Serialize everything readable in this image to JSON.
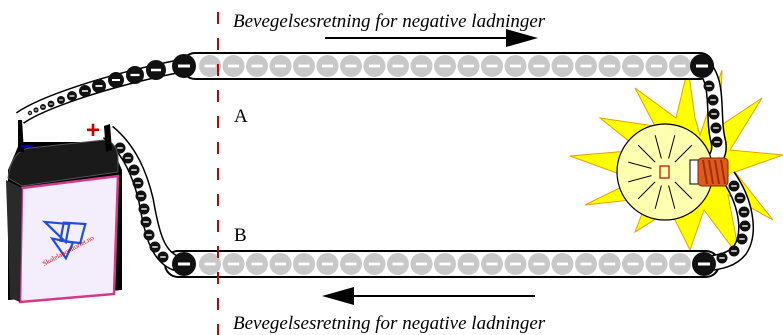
{
  "captions": {
    "top": "Bevegelsesretning for negative ladninger",
    "bottom": "Bevegelsesretning for negative ladninger"
  },
  "points": {
    "a": "A",
    "b": "B"
  },
  "terminals": {
    "negative": "–",
    "positive": "+"
  },
  "battery": {
    "brand": "Skolelaboratoriet.no"
  },
  "colors": {
    "wire_fill": "#ffffff",
    "charge_dark": "#111111",
    "charge_light": "#c8c8c8",
    "battery_face": "#f4eefc",
    "battery_border": "#d23a8a",
    "logo_blue": "#1f4fd8",
    "glow": "#ffff00",
    "glow_stroke": "#e8a000",
    "socket": "#e05a20",
    "negative_sign": "#0000cc",
    "positive_sign": "#cc0000",
    "marker_line": "#cc0000"
  },
  "icons": {
    "battery": "battery-icon",
    "bulb": "light-bulb-icon",
    "arrow_top": "arrow-right-icon",
    "arrow_bottom": "arrow-left-icon"
  }
}
